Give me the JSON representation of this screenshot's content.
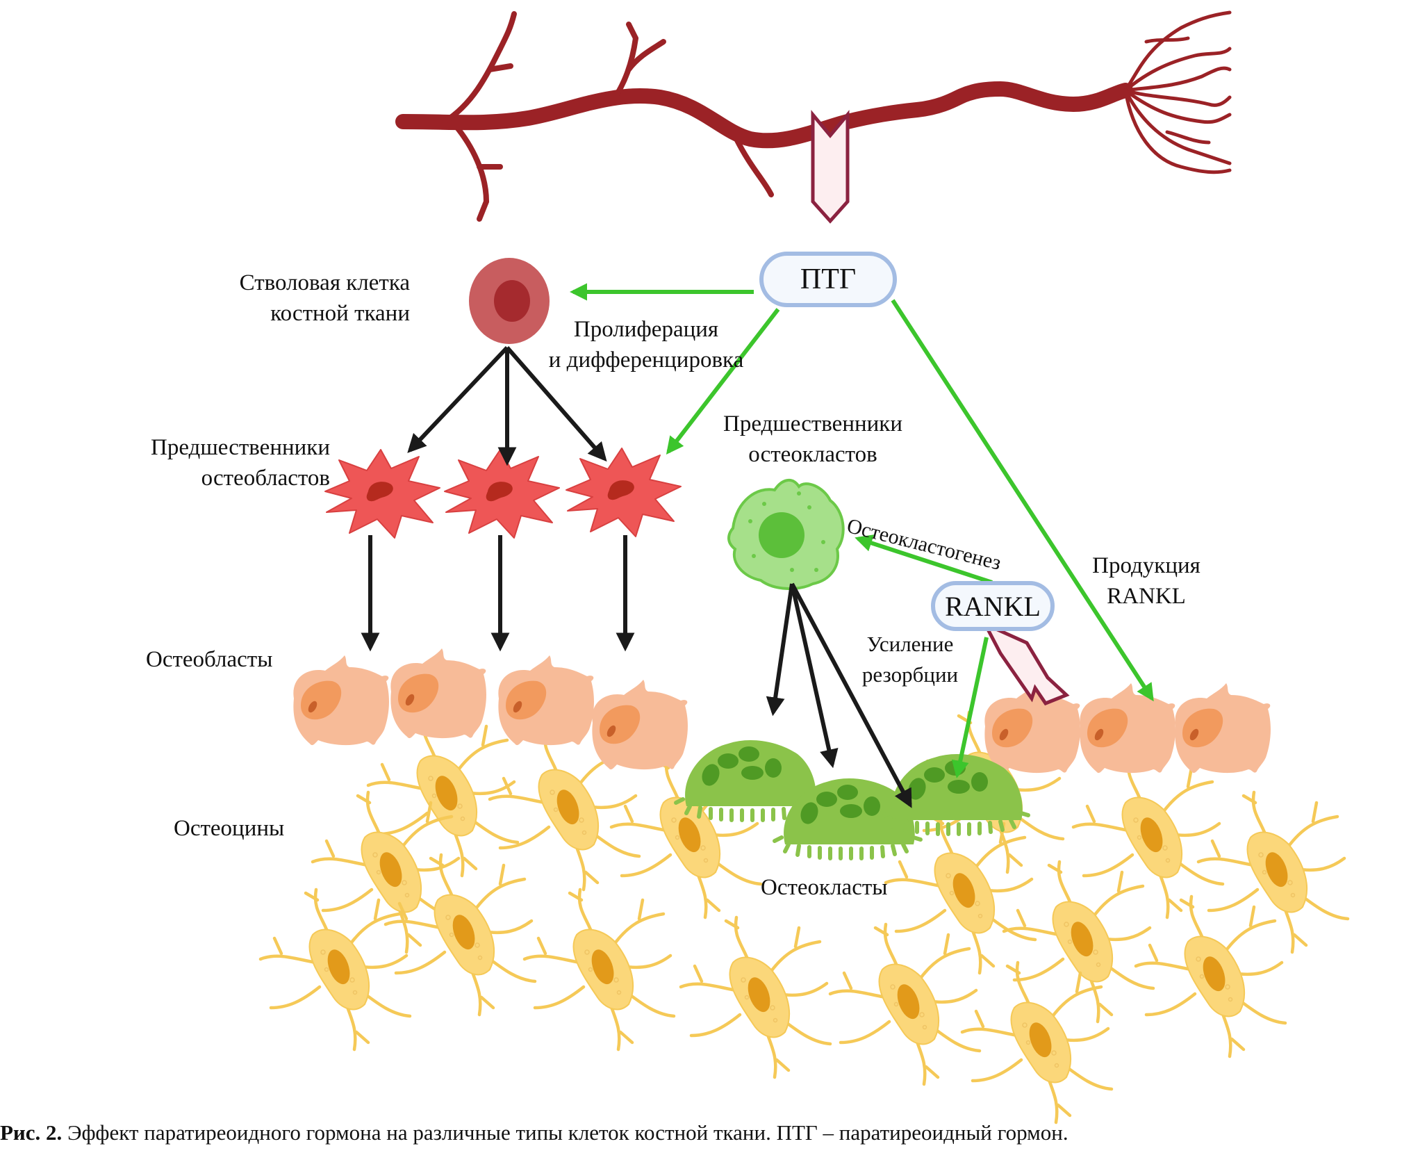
{
  "figure": {
    "nodes": {
      "pth": "ПТГ",
      "rankl": "RANKL"
    },
    "labels": {
      "stem_cell_line1": "Стволовая клетка",
      "stem_cell_line2": "костной ткани",
      "proliferation_line1": "Пролиферация",
      "proliferation_line2": "и дифференцировка",
      "osteoblast_precursors_line1": "Предшественники",
      "osteoblast_precursors_line2": "остеобластов",
      "osteoclast_precursors_line1": "Предшественники",
      "osteoclast_precursors_line2": "остеокластов",
      "osteoclastogenesis": "Остеокластогенез",
      "rankl_production_line1": "Продукция",
      "rankl_production_line2": "RANKL",
      "resorption_line1": "Усиление",
      "resorption_line2": "резорбции",
      "osteoblasts": "Остеобласты",
      "osteocytes": "Остеоцины",
      "osteoclasts": "Остеокласты"
    },
    "colors": {
      "vessel": "#9b2226",
      "green_arrow": "#3cc52c",
      "black_arrow": "#1a1a1a",
      "pill_border": "#a3bce3",
      "pill_fill": "#f4f8fd",
      "stem_cell": "#c85d5f",
      "stem_nucleus": "#a52a2e",
      "precursor_cell": "#ee5656",
      "precursor_nucleus": "#b52a1e",
      "osteoblast": "#f7bb98",
      "osteoblast_nucleus": "#f29a5e",
      "osteocyte": "#fbd77a",
      "osteocyte_nucleus": "#e29a1a",
      "osteoclast": "#8bc34a",
      "osteoclast_nucleus": "#4f9a24",
      "oc_precursor": "#a6e08a",
      "oc_precursor_nucleus": "#5cbf3a",
      "signal_arrow_outline": "#8b2240",
      "signal_arrow_fill": "#fdeef0"
    }
  },
  "caption": {
    "label": "Рис. 2.",
    "text": " Эффект паратиреоидного гормона на различные типы клеток костной ткани. ПТГ – паратиреоидный гормон."
  }
}
